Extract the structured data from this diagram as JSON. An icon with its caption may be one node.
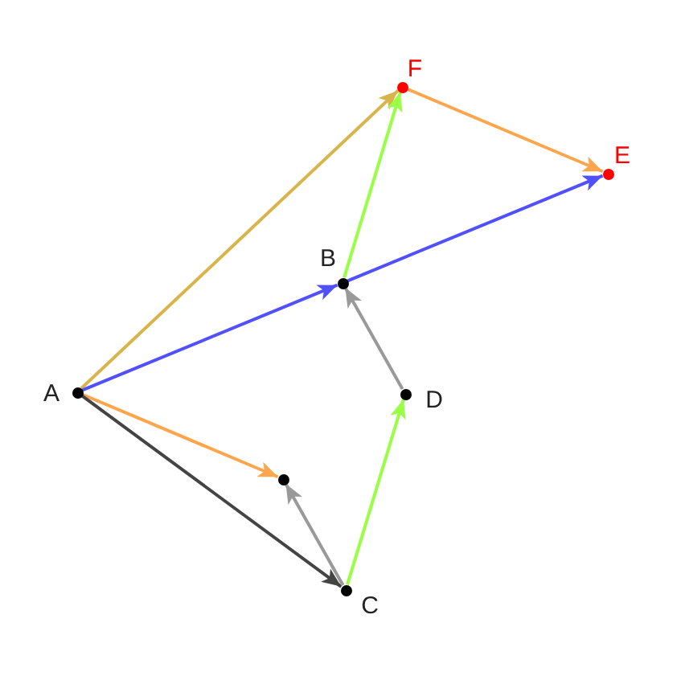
{
  "diagram": {
    "nodes": [
      {
        "text": [],
        "shape": "circle",
        "beside": [
          "A"
        ]
      },
      {
        "text": [],
        "shape": "circle",
        "beside": [
          "B"
        ]
      },
      {
        "text": [],
        "shape": "circle",
        "beside": [
          "C"
        ]
      },
      {
        "text": [],
        "shape": "circle",
        "beside": [
          "D"
        ]
      },
      {
        "text": [],
        "shape": "circle",
        "beside": [
          "E"
        ]
      },
      {
        "text": [],
        "shape": "circle",
        "beside": [
          "F"
        ]
      },
      {
        "text": [],
        "shape": "circle"
      }
    ],
    "edges": [
      {
        "from": 0,
        "to": 5,
        "arrow": "to",
        "color": "#d9b44a"
      },
      {
        "from": 0,
        "to": 1,
        "arrow": "to",
        "color": "#5050ff"
      },
      {
        "from": 1,
        "to": 4,
        "arrow": "to",
        "color": "#5050ff"
      },
      {
        "from": 1,
        "to": 5,
        "arrow": "to",
        "color": "#99ff44"
      },
      {
        "from": 5,
        "to": 4,
        "arrow": "to",
        "color": "#ffa64d"
      },
      {
        "from": 0,
        "to": 6,
        "arrow": "to",
        "color": "#ffa64d"
      },
      {
        "from": 0,
        "to": 2,
        "arrow": "to",
        "color": "#444444"
      },
      {
        "from": 2,
        "to": 6,
        "arrow": "to",
        "color": "#999999"
      },
      {
        "from": 2,
        "to": 3,
        "arrow": "to",
        "color": "#99ff44"
      },
      {
        "from": 3,
        "to": 1,
        "arrow": "to",
        "color": "#999999"
      }
    ]
  }
}
